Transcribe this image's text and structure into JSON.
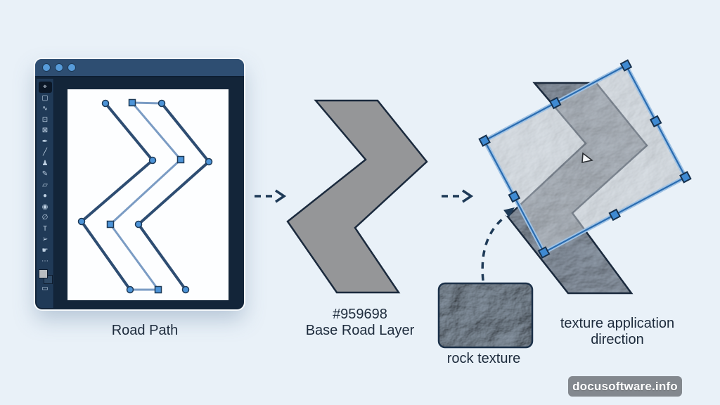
{
  "labels": {
    "road_path": "Road Path",
    "base_color_hex": "#959698",
    "base_road_layer": "Base Road Layer",
    "rock_texture": "rock texture",
    "texture_application_direction": "texture application direction"
  },
  "watermark": {
    "text": "docusoftware.info"
  },
  "editor_window": {
    "toolbar": {
      "tools": [
        {
          "name": "move",
          "glyph": "⌖",
          "active": true
        },
        {
          "name": "marquee",
          "glyph": "▢"
        },
        {
          "name": "lasso",
          "glyph": "∿"
        },
        {
          "name": "crop",
          "glyph": "⊡"
        },
        {
          "name": "transform",
          "glyph": "⊠"
        },
        {
          "name": "eyedropper",
          "glyph": "✒"
        },
        {
          "name": "brush",
          "glyph": "╱"
        },
        {
          "name": "clone-stamp",
          "glyph": "♟"
        },
        {
          "name": "history-brush",
          "glyph": "✎"
        },
        {
          "name": "eraser",
          "glyph": "▱"
        },
        {
          "name": "blur",
          "glyph": "●"
        },
        {
          "name": "zoom",
          "glyph": "◉"
        },
        {
          "name": "pen",
          "glyph": "∅"
        },
        {
          "name": "type",
          "glyph": "T"
        },
        {
          "name": "path-select",
          "glyph": "➢"
        },
        {
          "name": "hand",
          "glyph": "☛"
        },
        {
          "name": "more-tools",
          "glyph": "⋯"
        }
      ]
    }
  },
  "colors": {
    "background": "#e9f1f8",
    "base_layer_fill": "#959698",
    "outline_navy": "#1b2a3d",
    "path_dark_stroke": "#2e4d72",
    "path_light_stroke": "#7b9cc4",
    "anchor_fill": "#4d94d8",
    "selection_blue": "#2f74b8",
    "titlebar_blue": "#2e4e72",
    "watermark_gray": "#7d8288"
  }
}
